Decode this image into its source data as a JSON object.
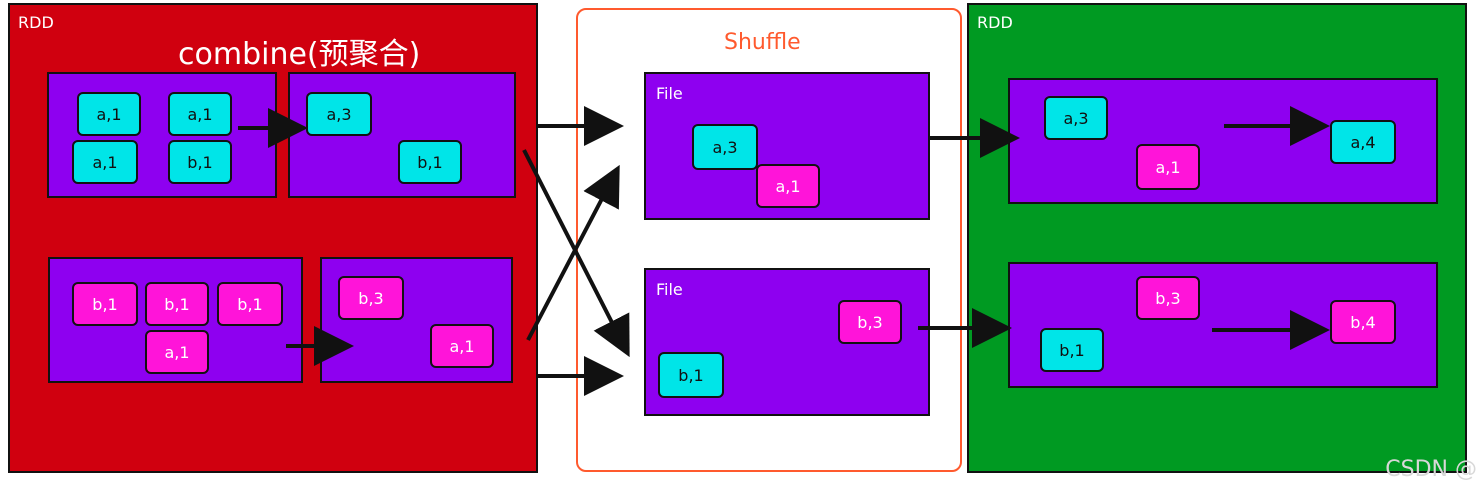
{
  "colors": {
    "left_rdd": "#d0000f",
    "right_rdd": "#009a22",
    "shuffle_border": "#ff5a2e",
    "partition": "#8e00f0",
    "tile_cyan": "#00e5e8",
    "tile_magenta": "#ff14d9"
  },
  "left_rdd": {
    "label": "RDD",
    "title": "combine(预聚合)"
  },
  "shuffle": {
    "title": "Shuffle"
  },
  "right_rdd": {
    "label": "RDD"
  },
  "file_label": "File",
  "watermark": "CSDN @",
  "tiles": {
    "p1_a1a": "a,1",
    "p1_a1b": "a,1",
    "p1_a1c": "a,1",
    "p1_b1": "b,1",
    "p1c_a3": "a,3",
    "p1c_b1": "b,1",
    "p2_b1a": "b,1",
    "p2_b1b": "b,1",
    "p2_b1c": "b,1",
    "p2_a1": "a,1",
    "p2c_b3": "b,3",
    "p2c_a1": "a,1",
    "f1_a3": "a,3",
    "f1_a1": "a,1",
    "f2_b3": "b,3",
    "f2_b1": "b,1",
    "r1_a3": "a,3",
    "r1_a1": "a,1",
    "r1_a4": "a,4",
    "r2_b3": "b,3",
    "r2_b1": "b,1",
    "r2_b4": "b,4"
  }
}
